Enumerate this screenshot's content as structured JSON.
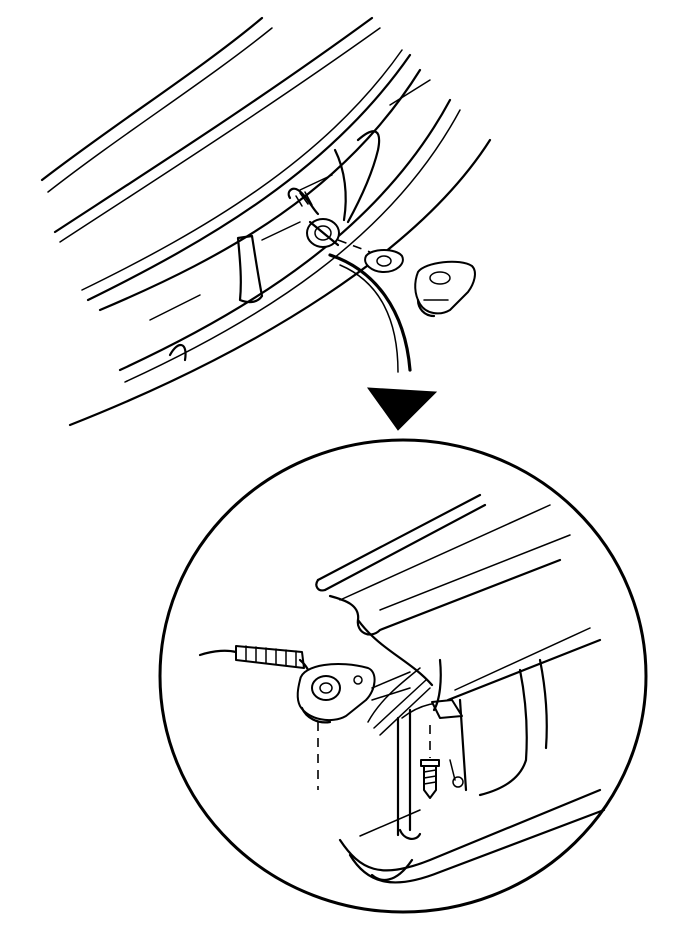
{
  "figure": {
    "kind": "line-illustration",
    "colors": {
      "ink": "#000000",
      "paper": "#ffffff"
    },
    "parts": [
      "rear-bumper-fascia",
      "license-lamp-assembly",
      "lamp-bulb-socket",
      "lamp-gasket",
      "lamp-lens-housing",
      "wiring-harness",
      "mounting-screw",
      "detail-magnifier-circle",
      "direction-arrow"
    ]
  }
}
